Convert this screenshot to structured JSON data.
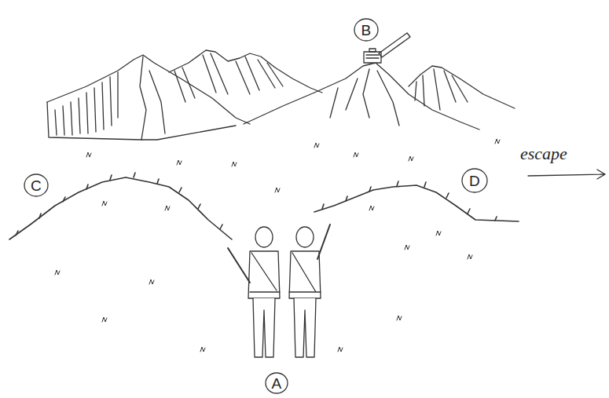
{
  "diagram": {
    "labels": [
      "B",
      "escape",
      "C",
      "D",
      "A"
    ]
  }
}
